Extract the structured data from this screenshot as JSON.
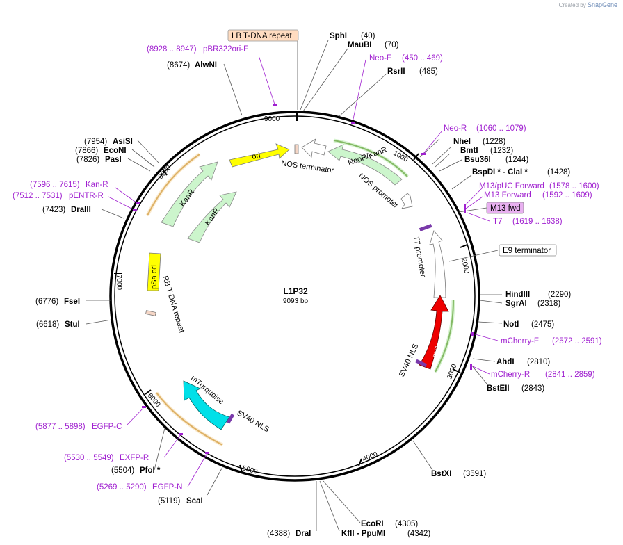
{
  "branding": {
    "created_by": "Created by",
    "product": "SnapGene"
  },
  "plasmid": {
    "name": "L1P32",
    "length": "9093 bp"
  },
  "ruler_ticks": [
    "9000",
    "1000",
    "2000",
    "3000",
    "4000",
    "5000",
    "6000",
    "7000",
    "8000"
  ],
  "enzymes": [
    {
      "name": "SphI",
      "pos": "(40)"
    },
    {
      "name": "MauBI",
      "pos": "(70)"
    },
    {
      "name": "RsrII",
      "pos": "(485)"
    },
    {
      "name": "NheI",
      "pos": "(1228)"
    },
    {
      "name": "BmtI",
      "pos": "(1232)"
    },
    {
      "name": "Bsu36I",
      "pos": "(1244)"
    },
    {
      "name": "BspDI * - ClaI *",
      "pos": "(1428)"
    },
    {
      "name": "HindIII",
      "pos": "(2290)"
    },
    {
      "name": "SgrAI",
      "pos": "(2318)"
    },
    {
      "name": "NotI",
      "pos": "(2475)"
    },
    {
      "name": "AhdI",
      "pos": "(2810)"
    },
    {
      "name": "BstEII",
      "pos": "(2843)"
    },
    {
      "name": "BstXI",
      "pos": "(3591)"
    },
    {
      "name": "EcoRI",
      "pos": "(4305)"
    },
    {
      "name": "KflI - PpuMI",
      "pos": "(4342)"
    },
    {
      "name": "DraI",
      "pos": "(4388)"
    },
    {
      "name": "ScaI",
      "pos": "(5119)"
    },
    {
      "name": "PfoI *",
      "pos": "(5504)"
    },
    {
      "name": "FseI",
      "pos": "(6776)"
    },
    {
      "name": "StuI",
      "pos": "(6618)"
    },
    {
      "name": "DraIII",
      "pos": "(7423)"
    },
    {
      "name": "PasI",
      "pos": "(7826)"
    },
    {
      "name": "EcoNI",
      "pos": "(7866)"
    },
    {
      "name": "AsiSI",
      "pos": "(7954)"
    },
    {
      "name": "AlwNI",
      "pos": "(8674)"
    }
  ],
  "primers": [
    {
      "name": "pBR322ori-F",
      "range": "(8928 .. 8947)"
    },
    {
      "name": "Neo-F",
      "range": "(450 .. 469)"
    },
    {
      "name": "Neo-R",
      "range": "(1060 .. 1079)"
    },
    {
      "name": "M13/pUC Forward",
      "range": "(1578 .. 1600)"
    },
    {
      "name": "M13 Forward",
      "range": "(1592 .. 1609)"
    },
    {
      "name": "T7",
      "range": "(1619 .. 1638)"
    },
    {
      "name": "mCherry-F",
      "range": "(2572 .. 2591)"
    },
    {
      "name": "mCherry-R",
      "range": "(2841 .. 2859)"
    },
    {
      "name": "EGFP-C",
      "range": "(5877 .. 5898)"
    },
    {
      "name": "EXFP-R",
      "range": "(5530 .. 5549)"
    },
    {
      "name": "EGFP-N",
      "range": "(5269 .. 5290)"
    },
    {
      "name": "Kan-R",
      "range": "(7596 .. 7615)"
    },
    {
      "name": "pENTR-R",
      "range": "(7512 .. 7531)"
    }
  ],
  "boxed_labels": {
    "lb_repeat": "LB T-DNA repeat",
    "m13_fwd": "M13 fwd",
    "e9_terminator": "E9 terminator"
  },
  "features": {
    "ori": "ori",
    "nos_terminator": "NOS terminator",
    "neo_kan": "NeoR/KanR",
    "nos_promoter": "NOS promoter",
    "t7_promoter": "T7 promoter",
    "mscarlet": "mScarlet",
    "sv40_nls_1": "SV40 NLS",
    "mturquoise": "mTurquoise",
    "sv40_nls_2": "SV40 NLS",
    "kanr_1": "KanR",
    "kanr_2": "KanR",
    "psa_ori": "pSa ori",
    "rb_repeat": "RB T-DNA repeat"
  },
  "colors": {
    "enzyme_text": "#000000",
    "primer": "#a020d0",
    "ori": "#ffff00",
    "resistance": "#ccf5cc",
    "mscarlet": "#ee0000",
    "mturquoise": "#00e0e8",
    "promoter": "#ffffff",
    "lb_box": "#ffdcc0",
    "m13_box": "#e8b0f0"
  }
}
